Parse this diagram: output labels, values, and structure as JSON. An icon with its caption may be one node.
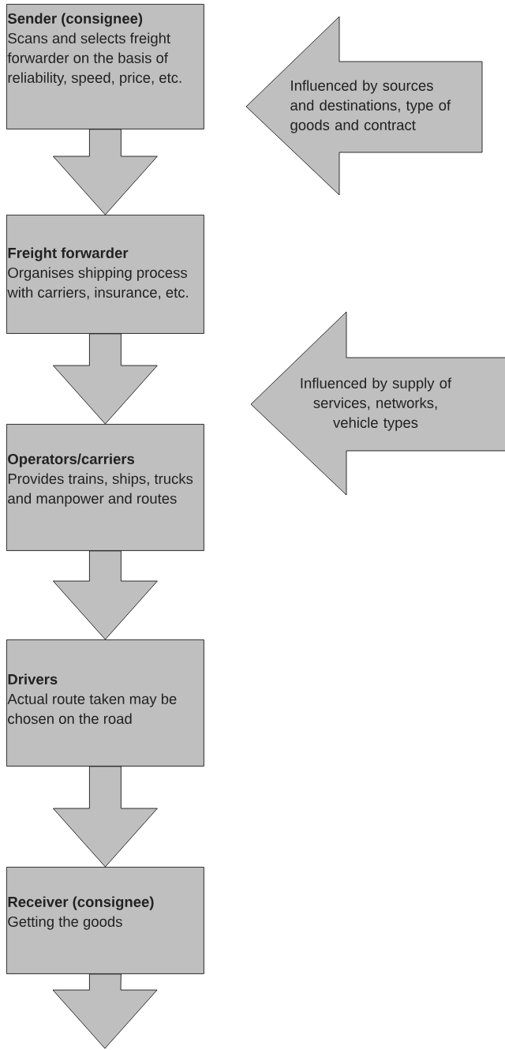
{
  "diagram": {
    "nodes": [
      {
        "text": [
          "Sender (consignee)",
          "Scans and selects freight forwarder on the basis of reliability, speed, price, etc."
        ]
      },
      {
        "text": [
          "Freight forwarder",
          "Organises shipping process with carriers, insurance, etc."
        ]
      },
      {
        "text": [
          "Operators/carriers",
          "Provides trains, ships, trucks and manpower and routes"
        ]
      },
      {
        "text": [
          "Drivers",
          "Actual route taken may be chosen on the road"
        ]
      },
      {
        "text": [
          "Receiver (consignee)",
          "Getting the goods"
        ]
      },
      {
        "text": [
          "Influenced by sources and destinations, type of goods and contract"
        ]
      },
      {
        "text": [
          "Influenced by supply of services, networks, vehicle types"
        ]
      }
    ],
    "edges": [
      {
        "from": 0,
        "to": 1,
        "arrow": "to"
      },
      {
        "from": 1,
        "to": 2,
        "arrow": "to"
      },
      {
        "from": 2,
        "to": 3,
        "arrow": "to"
      },
      {
        "from": 3,
        "to": 4,
        "arrow": "to"
      },
      {
        "from": 4,
        "to": null,
        "arrow": "to"
      }
    ]
  }
}
